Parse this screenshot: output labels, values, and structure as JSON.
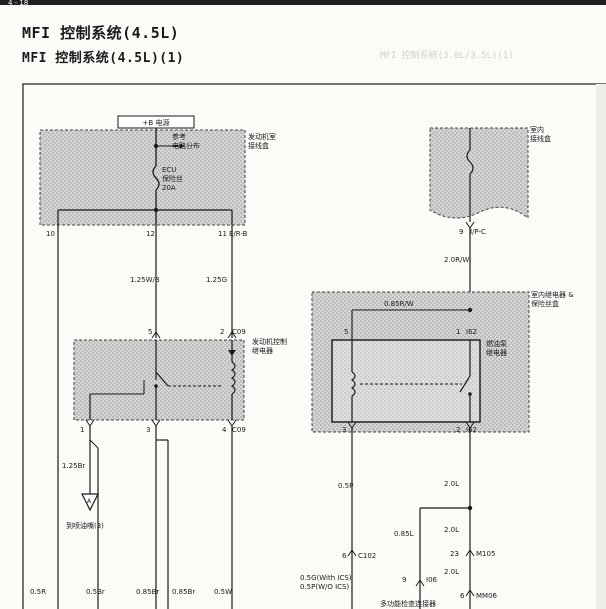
{
  "page": {
    "header_mark": "4 - 18",
    "title": "MFI 控制系统(4.5L)",
    "subtitle": "MFI 控制系统(4.5L)(1)",
    "ghost_text": "MFI 控制系统(3.0L/3.5L)(1)"
  },
  "diagram": {
    "power_source": "+B 电源",
    "engine_box": {
      "name": "发动机室\n接线盒",
      "ref_note": "参考\n电路分布",
      "fuse": "ECU\n保险丝\n20A",
      "pins": [
        "10",
        "12",
        "11",
        "E/R-B"
      ]
    },
    "interior_box": {
      "name": "室内\n接线盒",
      "pins": [
        "9",
        "I/P-C"
      ]
    },
    "engine_relay": {
      "name": "发动机控制\n继电器",
      "top_pins": [
        "5",
        "2",
        "C09"
      ],
      "bottom_pins": [
        "1",
        "3",
        "4",
        "C09"
      ]
    },
    "interior_relay_box": {
      "name": "室内继电器 &\n保险丝盒",
      "fuel_pump_relay": "燃油泵\n继电器",
      "top_pins": [
        "5",
        "1",
        "I62"
      ],
      "bottom_pins": [
        "3",
        "2",
        "I62"
      ],
      "internal_wire": "0.85R/W"
    },
    "wires": {
      "w12": "1.25W/B",
      "w11": "1.25G",
      "w_ip": "2.0R/W",
      "w_inj": "1.25Br",
      "w_05p": "0.5P",
      "w_20l_a": "2.0L",
      "w_085l": "0.85L",
      "w_20l_b": "2.0L",
      "w_20l_c": "2.0L",
      "bottom": [
        "0.5R",
        "0.5Br",
        "0.85Br",
        "0.85Br",
        "0.5W"
      ],
      "with_ics": "0.5G(With ICS)\n0.5P(W/O ICS)"
    },
    "injector_ref": "到喷油嘴(3)",
    "connectors": {
      "c102_num": "6",
      "c102": "C102",
      "m105_num": "23",
      "m105": "M105",
      "i06_num": "9",
      "i06": "I06",
      "mm06_num": "6",
      "mm06": "MM06",
      "check_connector": "多功能检查连接器"
    },
    "connector_arrow_label": "A"
  }
}
